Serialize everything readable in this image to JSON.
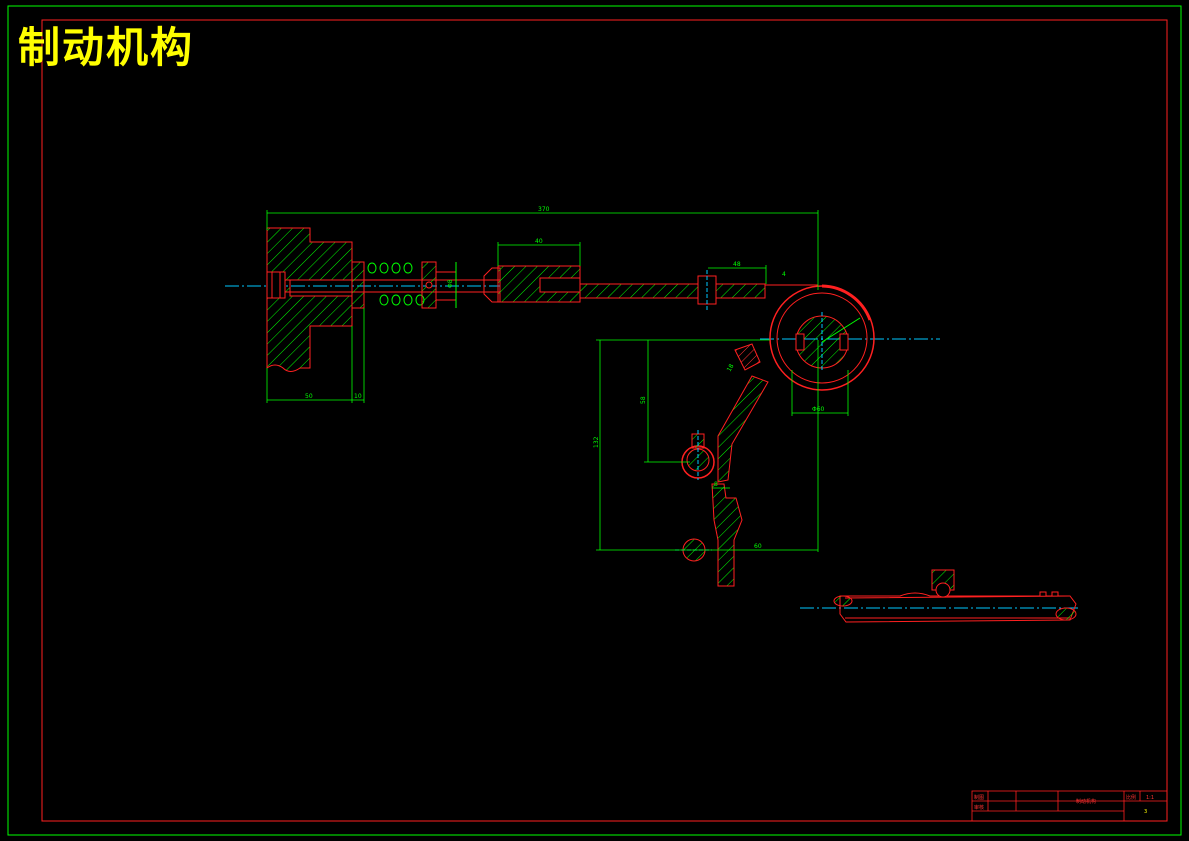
{
  "title": "制动机构",
  "colors": {
    "background": "#000000",
    "outer_border": "#00ff00",
    "inner_border": "#ff0000",
    "part_outline": "#ff0000",
    "hatch": "#00ff00",
    "dimension": "#00ff00",
    "center_line": "#00c8ff",
    "title_text": "#ffff00"
  },
  "dimensions": {
    "overall_length": "370",
    "left_block_width": "50",
    "left_block_gap": "10",
    "sleeve_length": "40",
    "pin_offset": "48",
    "small_offset": "4",
    "shaft_dia": "Φ8",
    "drum_dia": "Φ60",
    "arm_height": "58",
    "arm_overall_height": "132",
    "arm_hole_offset": "18",
    "arm_width": "60",
    "slot_size": "8"
  },
  "title_block": {
    "scale_label": "比例",
    "scale_value": "1:1",
    "sheet_number": "3",
    "drawing_name": "制动机构",
    "row_labels": [
      "制图",
      "审核"
    ]
  }
}
